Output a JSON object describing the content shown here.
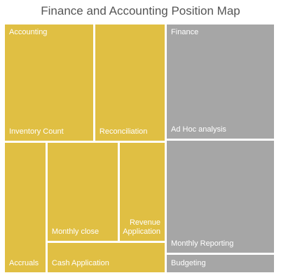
{
  "chart_data": {
    "type": "treemap",
    "title": "Finance and Accounting Position Map",
    "groups": [
      {
        "name": "Accounting",
        "color": "#e0bf43",
        "items": [
          {
            "name": "Inventory Count",
            "value": 26.5
          },
          {
            "name": "Reconciliation",
            "value": 21.0
          },
          {
            "name": "Accruals",
            "value": 14.0
          },
          {
            "name": "Monthly close",
            "value": 18.0
          },
          {
            "name": "Revenue Application",
            "value": 11.8
          },
          {
            "name": "Cash Application",
            "value": 9.3
          }
        ]
      },
      {
        "name": "Finance",
        "color": "#a6a6a6",
        "items": [
          {
            "name": "Ad Hoc analysis",
            "value": 31.5
          },
          {
            "name": "Monthly Reporting",
            "value": 31.0
          },
          {
            "name": "Budgeting",
            "value": 5.4
          }
        ]
      }
    ]
  }
}
